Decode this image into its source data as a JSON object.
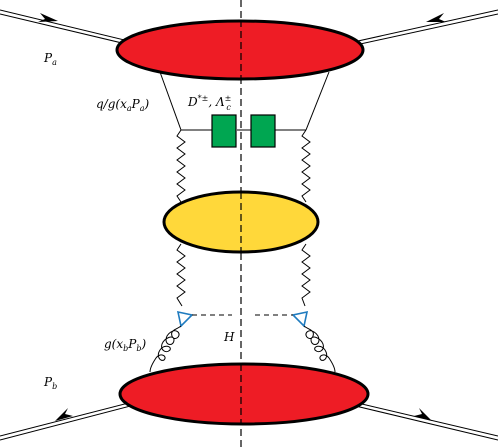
{
  "labels": {
    "pa": "P",
    "pa_sub": "a",
    "pb": "P",
    "pb_sub": "b",
    "quark_gluon": "q/g(x",
    "quark_gluon_sub": "a",
    "quark_gluon_p": "P",
    "quark_gluon_p_sub": "a",
    "quark_gluon_close": ")",
    "meson": "D",
    "meson_sup": "*±",
    "meson_sep": ", Λ",
    "meson_lambda_sup": "±",
    "meson_lambda_sub": "c",
    "gluon_b": "g(x",
    "gluon_b_sub": "b",
    "gluon_b_p": "P",
    "gluon_b_p_sub": "b",
    "gluon_b_close": ")",
    "higgs": "H"
  },
  "colors": {
    "hadron_blob": "#ee1c25",
    "soft_blob": "#ffd83a",
    "fragmentation_box": "#00a651",
    "higgs_vertex": "#1f7bbf",
    "line": "#000000"
  },
  "icons": {
    "arrow": "arrowhead-icon",
    "gluon": "zigzag-gluon-icon",
    "loop": "curly-gluon-icon",
    "vertex": "triangle-vertex-icon"
  }
}
